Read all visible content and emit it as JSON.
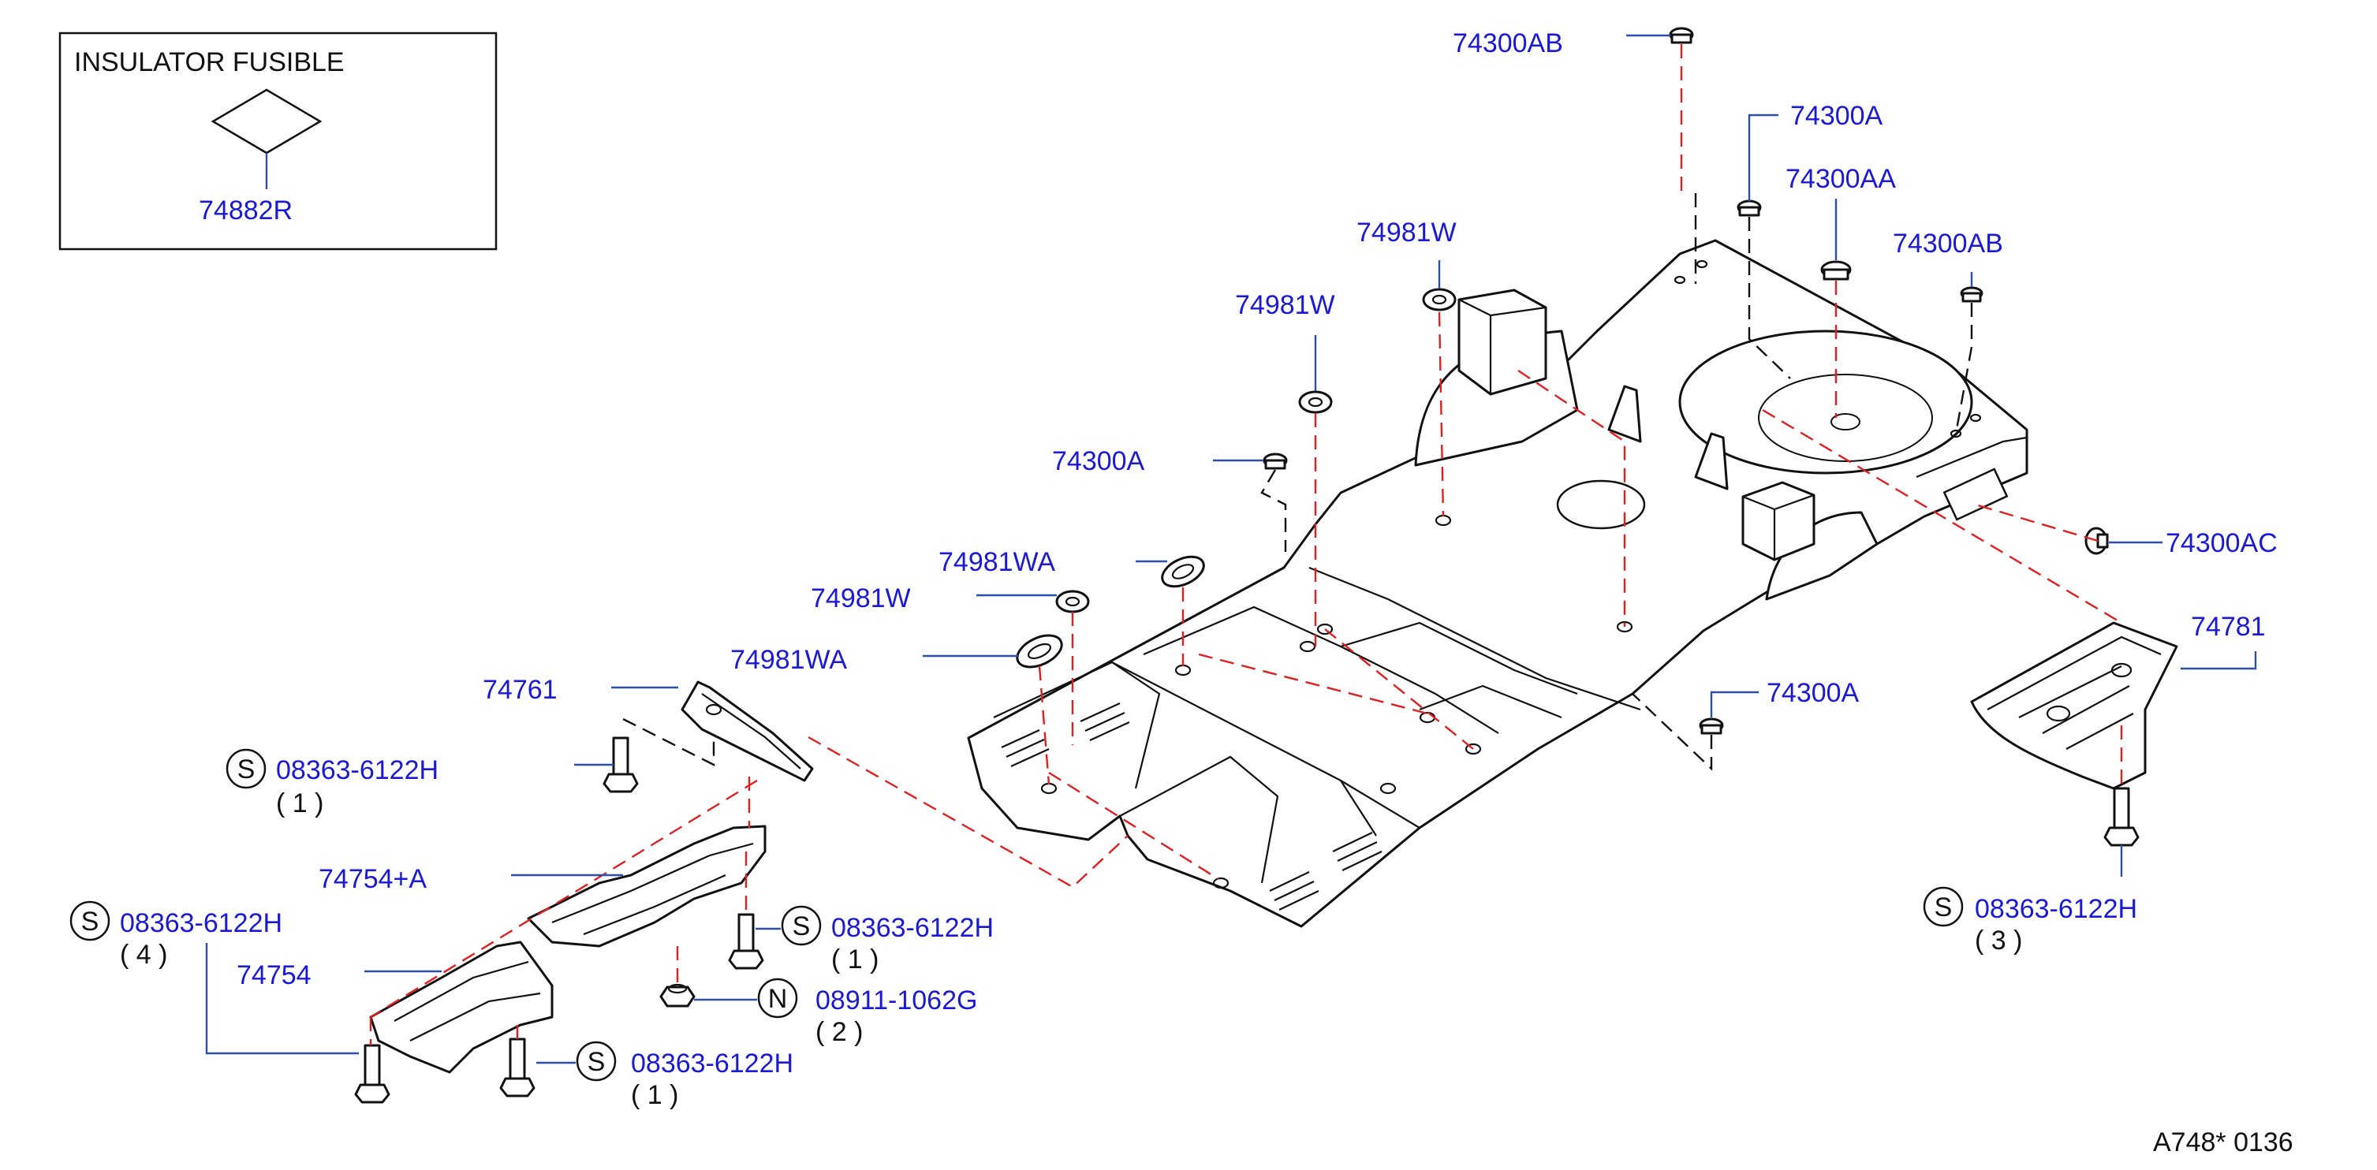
{
  "inset": {
    "title": "INSULATOR  FUSIBLE",
    "part": "74882R"
  },
  "labels": {
    "p74300AB_top": "74300AB",
    "p74300A_top": "74300A",
    "p74300AA": "74300AA",
    "p74300AB_right": "74300AB",
    "p74981W_a": "74981W",
    "p74981W_b": "74981W",
    "p74300A_mid": "74300A",
    "p74981WA_a": "74981WA",
    "p74981W_c": "74981W",
    "p74981WA_b": "74981WA",
    "p74300AC": "74300AC",
    "p74781": "74781",
    "p74300A_low": "74300A",
    "p74761": "74761",
    "p74754A": "74754+A",
    "p74754": "74754"
  },
  "fasteners": [
    {
      "key": "f1",
      "prefix": "S",
      "part": "08363-6122H",
      "qty": "(  1  )"
    },
    {
      "key": "f2",
      "prefix": "S",
      "part": "08363-6122H",
      "qty": "(  4  )"
    },
    {
      "key": "f3",
      "prefix": "S",
      "part": "08363-6122H",
      "qty": "(  1  )"
    },
    {
      "key": "f4",
      "prefix": "N",
      "part": "08911-1062G",
      "qty": "(  2  )"
    },
    {
      "key": "f5",
      "prefix": "S",
      "part": "08363-6122H",
      "qty": "(  1  )"
    },
    {
      "key": "f6",
      "prefix": "S",
      "part": "08363-6122H",
      "qty": "(  3  )"
    }
  ],
  "footer": {
    "code": "A748*  0136"
  },
  "colors": {
    "label": "#1a1ad6",
    "leader": "#2a4fae",
    "dashed": "#e02020",
    "line": "#111111"
  }
}
